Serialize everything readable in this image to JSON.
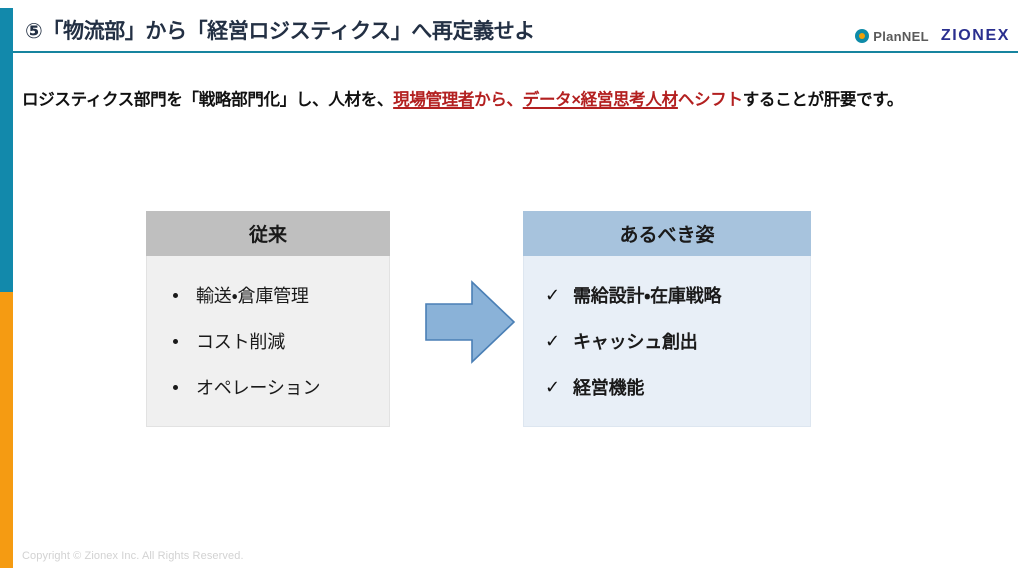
{
  "slide": {
    "title": "⑤「物流部」から「経営ロジスティクス」へ再定義せよ",
    "accent_teal": "#1289ab",
    "accent_orange": "#f59b12",
    "rule_color": "#17849f",
    "title_color": "#233044"
  },
  "brand": {
    "mark_icon": "plannel-ring-icon",
    "plannel": "PlanNEL",
    "zionex": "ZIONEX",
    "plannel_color": "#5a5a5a",
    "zionex_color": "#2a2f8f"
  },
  "lead": {
    "seg1": "ロジスティクス部門を「戦略部門化」し、人材を、",
    "seg2_red_underline": "現場管理者",
    "seg3_red": "から、",
    "seg4_red_underline": "データ×経営思考人材",
    "seg5_red": "ヘシフト",
    "seg6": "することが肝要です。",
    "highlight_color": "#b32020"
  },
  "compare": {
    "legacy": {
      "heading": "従来",
      "header_bg": "#bfbfbf",
      "body_bg": "#f0f0f0",
      "marker": "bullet-dot-icon",
      "items": [
        "輸送・倉庫管理",
        "コスト削減",
        "オペレーション"
      ]
    },
    "arrow": {
      "icon": "right-block-arrow-icon",
      "fill": "#8ab2d8",
      "stroke": "#4a7fb5"
    },
    "target": {
      "heading": "あるべき姿",
      "header_bg": "#a7c3dd",
      "body_bg": "#e8eff7",
      "marker": "check-mark-icon",
      "marker_glyph": "✓",
      "items": [
        "需給設計・在庫戦略",
        "キャッシュ創出",
        "経営機能"
      ]
    }
  },
  "footer": {
    "copyright": "Copyright © Zionex Inc. All Rights Reserved."
  }
}
